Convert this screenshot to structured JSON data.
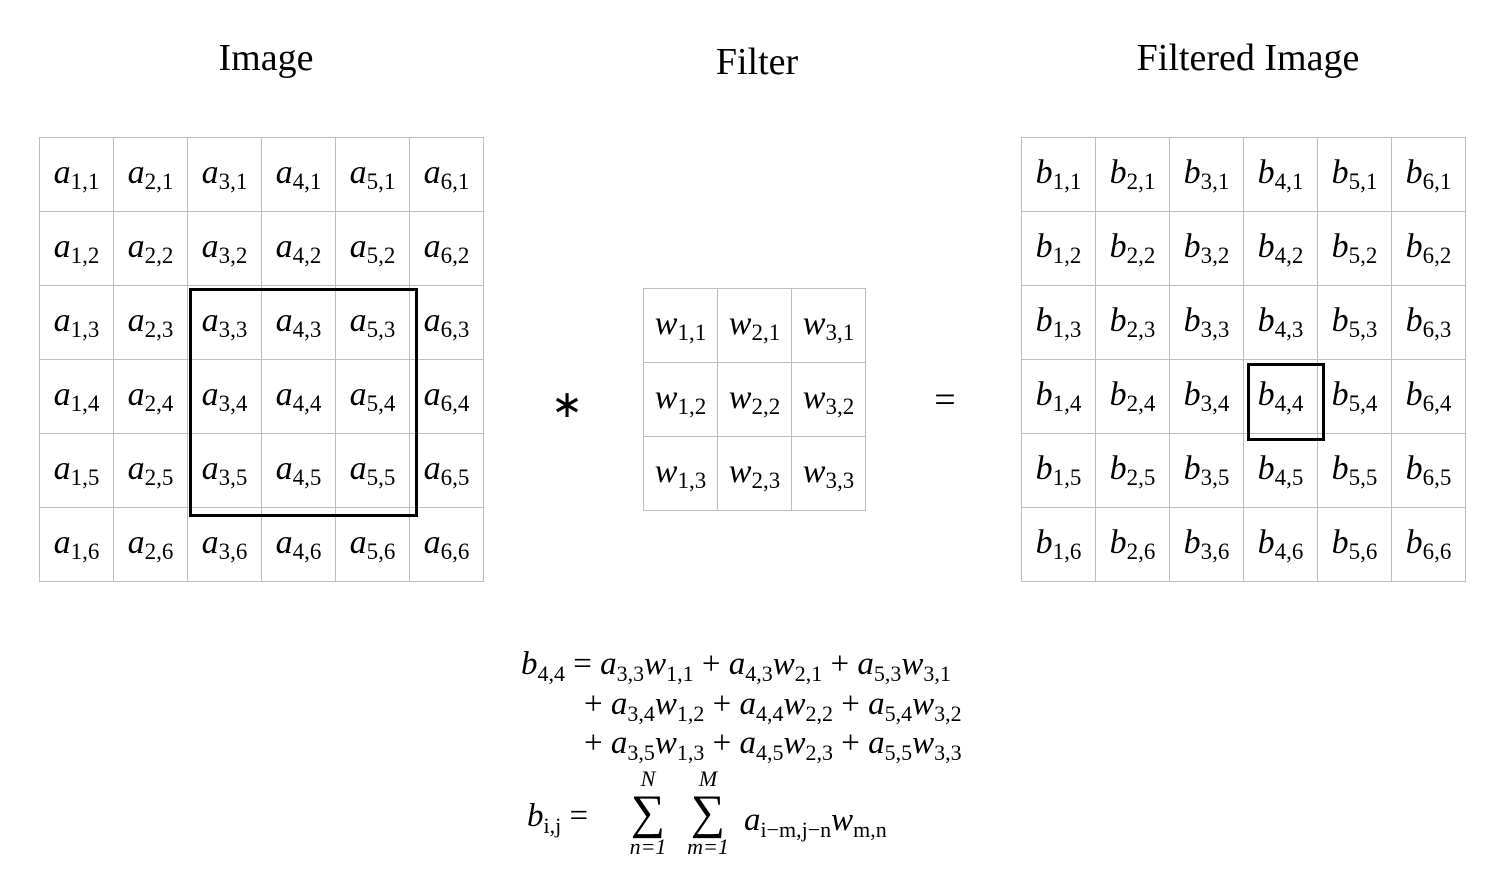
{
  "titles": {
    "image": "Image",
    "filter": "Filter",
    "filtered": "Filtered Image"
  },
  "image_grid": {
    "var": "a",
    "cells": [
      [
        "1,1",
        "2,1",
        "3,1",
        "4,1",
        "5,1",
        "6,1"
      ],
      [
        "1,2",
        "2,2",
        "3,2",
        "4,2",
        "5,2",
        "6,2"
      ],
      [
        "1,3",
        "2,3",
        "3,3",
        "4,3",
        "5,3",
        "6,3"
      ],
      [
        "1,4",
        "2,4",
        "3,4",
        "4,4",
        "5,4",
        "6,4"
      ],
      [
        "1,5",
        "2,5",
        "3,5",
        "4,5",
        "5,5",
        "6,5"
      ],
      [
        "1,6",
        "2,6",
        "3,6",
        "4,6",
        "5,6",
        "6,6"
      ]
    ]
  },
  "filter_grid": {
    "var": "w",
    "cells": [
      [
        "1,1",
        "2,1",
        "3,1"
      ],
      [
        "1,2",
        "2,2",
        "3,2"
      ],
      [
        "1,3",
        "2,3",
        "3,3"
      ]
    ]
  },
  "filtered_grid": {
    "var": "b",
    "cells": [
      [
        "1,1",
        "2,1",
        "3,1",
        "4,1",
        "5,1",
        "6,1"
      ],
      [
        "1,2",
        "2,2",
        "3,2",
        "4,2",
        "5,2",
        "6,2"
      ],
      [
        "1,3",
        "2,3",
        "3,3",
        "4,3",
        "5,3",
        "6,3"
      ],
      [
        "1,4",
        "2,4",
        "3,4",
        "4,4",
        "5,4",
        "6,4"
      ],
      [
        "1,5",
        "2,5",
        "3,5",
        "4,5",
        "5,5",
        "6,5"
      ],
      [
        "1,6",
        "2,6",
        "3,6",
        "4,6",
        "5,6",
        "6,6"
      ]
    ]
  },
  "operators": {
    "convolve": "∗",
    "equals": "="
  },
  "equation": {
    "line1_lhs": "b",
    "line1_lhs_sub": "4,4",
    "eq": "=",
    "plus": "+",
    "terms": [
      [
        [
          "a",
          "3,3",
          "w",
          "1,1"
        ],
        [
          "a",
          "4,3",
          "w",
          "2,1"
        ],
        [
          "a",
          "5,3",
          "w",
          "3,1"
        ]
      ],
      [
        [
          "a",
          "3,4",
          "w",
          "1,2"
        ],
        [
          "a",
          "4,4",
          "w",
          "2,2"
        ],
        [
          "a",
          "5,4",
          "w",
          "3,2"
        ]
      ],
      [
        [
          "a",
          "3,5",
          "w",
          "1,3"
        ],
        [
          "a",
          "4,5",
          "w",
          "2,3"
        ],
        [
          "a",
          "5,5",
          "w",
          "3,3"
        ]
      ]
    ],
    "general_lhs": "b",
    "general_lhs_sub": "i,j",
    "sum1_upper": "N",
    "sum1_lower": "n=1",
    "sum2_upper": "M",
    "sum2_lower": "m=1",
    "sigma": "∑",
    "rhs_a": "a",
    "rhs_a_sub": "i−m,j−n",
    "rhs_w": "w",
    "rhs_w_sub": "m,n"
  }
}
